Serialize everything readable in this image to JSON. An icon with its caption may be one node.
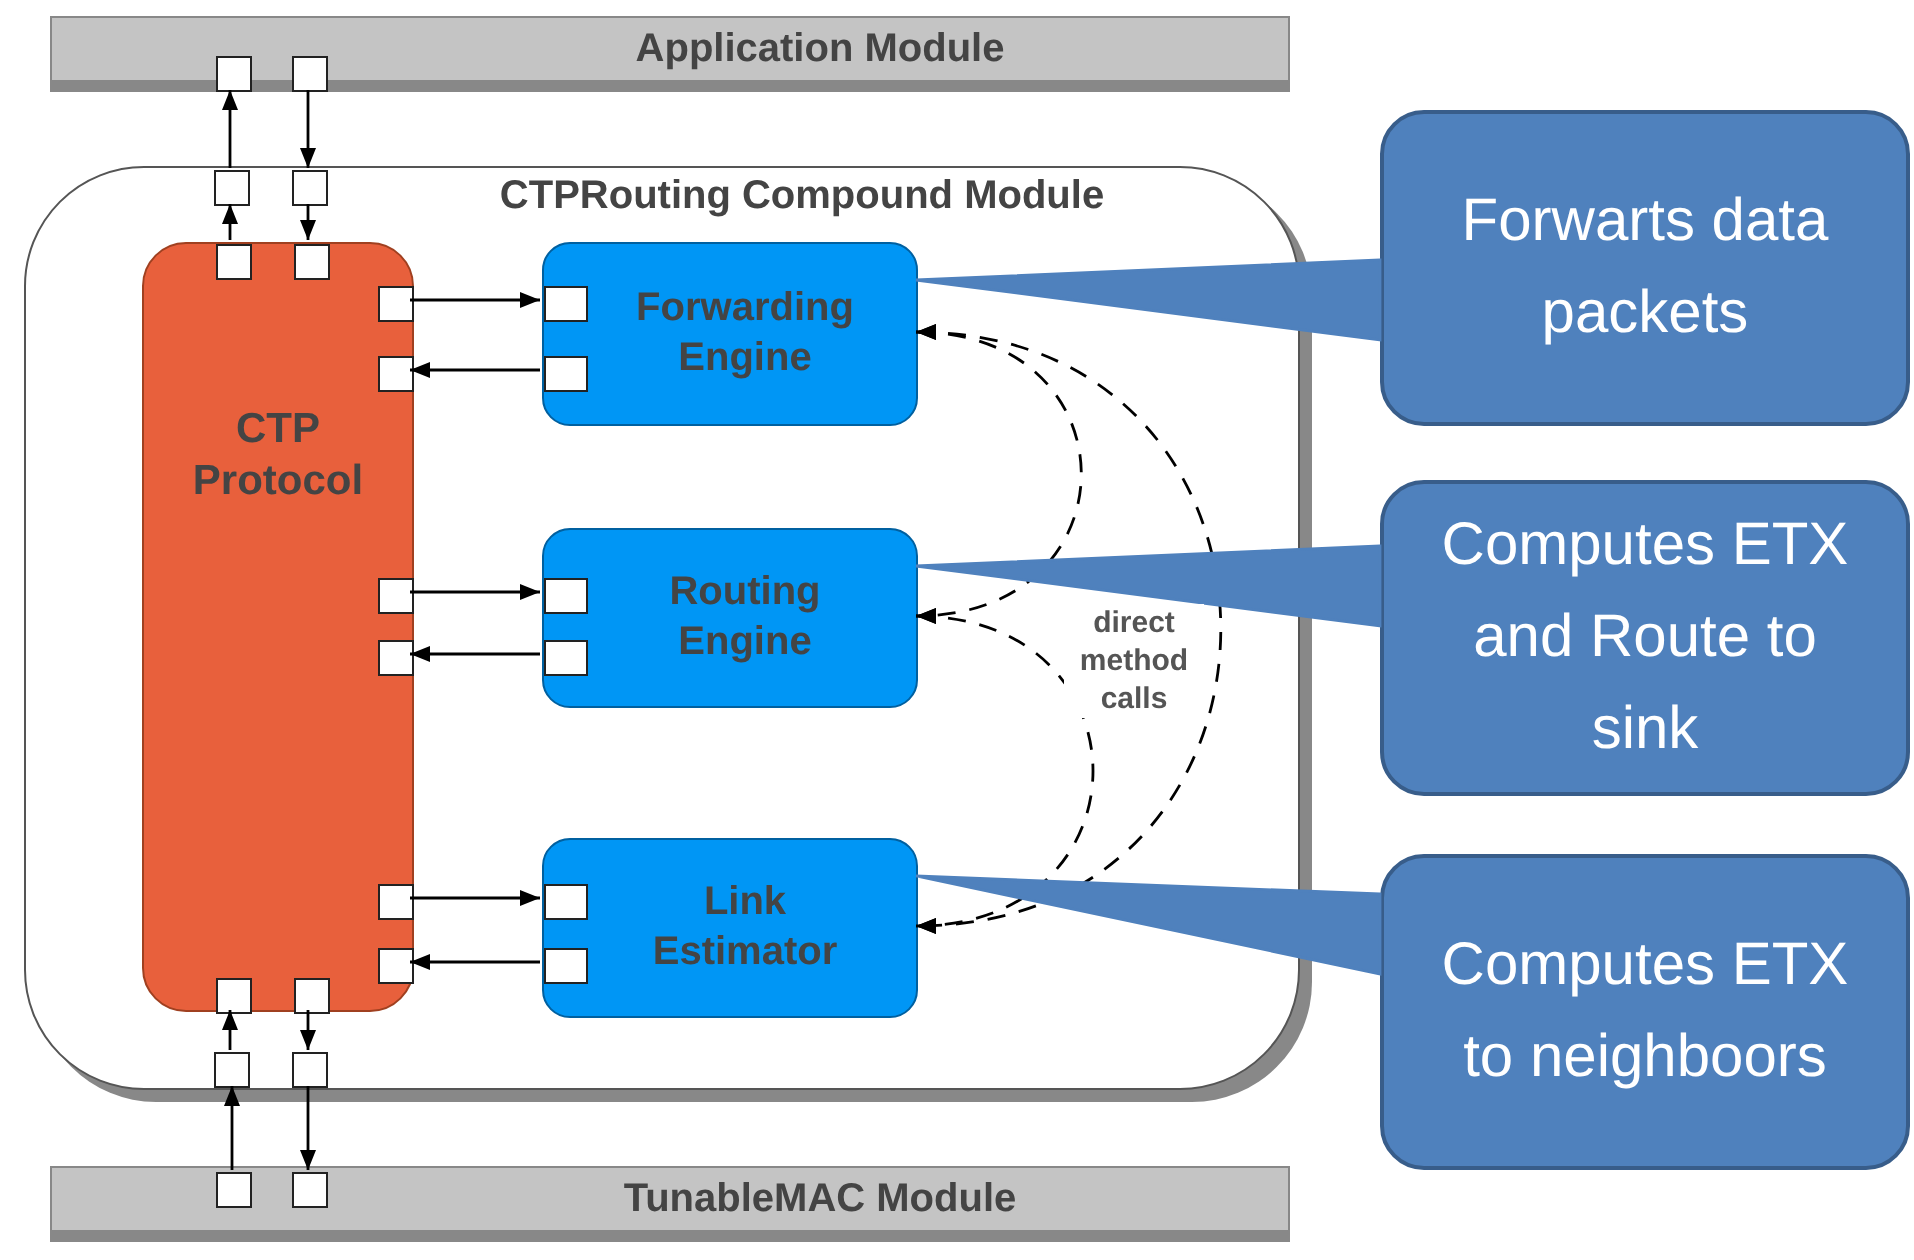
{
  "diagram": {
    "nodes": [
      {
        "text": [
          "Application Module"
        ]
      },
      {
        "text": [],
        "shape": "box",
        "in": 0
      },
      {
        "text": [],
        "shape": "box",
        "in": 0
      },
      {
        "text": [
          "CTPRouting Compound Module"
        ]
      },
      {
        "text": [],
        "shape": "box",
        "in": 3
      },
      {
        "text": [],
        "shape": "box",
        "in": 3
      },
      {
        "text": [
          "CTP Protocol"
        ],
        "in": 3
      },
      {
        "text": [],
        "shape": "box",
        "in": 6
      },
      {
        "text": [],
        "shape": "box",
        "in": 6
      },
      {
        "text": [],
        "shape": "box",
        "in": 6
      },
      {
        "text": [],
        "shape": "box",
        "in": 6
      },
      {
        "text": [],
        "shape": "box",
        "in": 6
      },
      {
        "text": [],
        "shape": "box",
        "in": 6
      },
      {
        "text": [],
        "shape": "box",
        "in": 6
      },
      {
        "text": [],
        "shape": "box",
        "in": 6
      },
      {
        "text": [
          "Forwarding Engine"
        ],
        "in": 3
      },
      {
        "text": [],
        "shape": "box",
        "in": 15
      },
      {
        "text": [],
        "shape": "box",
        "in": 15
      },
      {
        "text": [
          "Routing Engine"
        ],
        "in": 3
      },
      {
        "text": [],
        "shape": "box",
        "in": 18
      },
      {
        "text": [],
        "shape": "box",
        "in": 18
      },
      {
        "text": [
          "Link Estimator"
        ],
        "in": 3
      },
      {
        "text": [],
        "shape": "box",
        "in": 21
      },
      {
        "text": [],
        "shape": "box",
        "in": 21
      },
      {
        "text": [],
        "shape": "box",
        "in": 6
      },
      {
        "text": [],
        "shape": "box",
        "in": 6
      },
      {
        "text": [],
        "shape": "box",
        "in": 3
      },
      {
        "text": [],
        "shape": "box",
        "in": 3
      },
      {
        "text": [
          "TunableMAC Module"
        ]
      },
      {
        "text": [],
        "shape": "box",
        "in": 28
      },
      {
        "text": [],
        "shape": "box",
        "in": 28
      },
      {
        "text": [
          "Forwarts data packets"
        ]
      },
      {
        "text": [
          "Computes ETX and Route to sink"
        ]
      },
      {
        "text": [
          "Computes ETX to neighboors"
        ]
      }
    ],
    "edges": [
      {
        "from": 7,
        "to": 4,
        "arrow": "to"
      },
      {
        "from": 4,
        "to": 1,
        "arrow": "to"
      },
      {
        "from": 2,
        "to": 5,
        "arrow": "to"
      },
      {
        "from": 5,
        "to": 8,
        "arrow": "to"
      },
      {
        "from": 9,
        "to": 16,
        "arrow": "to"
      },
      {
        "from": 17,
        "to": 10,
        "arrow": "to"
      },
      {
        "from": 11,
        "to": 19,
        "arrow": "to"
      },
      {
        "from": 20,
        "to": 12,
        "arrow": "to"
      },
      {
        "from": 13,
        "to": 22,
        "arrow": "to"
      },
      {
        "from": 23,
        "to": 14,
        "arrow": "to"
      },
      {
        "from": 29,
        "to": 26,
        "arrow": "to"
      },
      {
        "from": 26,
        "to": 24,
        "arrow": "to"
      },
      {
        "from": 25,
        "to": 27,
        "arrow": "to"
      },
      {
        "from": 27,
        "to": 30,
        "arrow": "to"
      },
      {
        "from": 15,
        "to": 21,
        "arrow": "both",
        "style": "dashed"
      },
      {
        "from": 15,
        "to": 18,
        "arrow": "both",
        "style": "dashed"
      },
      {
        "from": 18,
        "to": 21,
        "arrow": "both",
        "style": "dashed"
      },
      {
        "from": 31,
        "to": 15,
        "arrow": "none",
        "color": "#4f81bd"
      },
      {
        "from": 32,
        "to": 18,
        "arrow": "none",
        "color": "#4f81bd"
      },
      {
        "from": 33,
        "to": 21,
        "arrow": "none",
        "color": "#4f81bd"
      }
    ],
    "labels": [
      "direct method calls"
    ]
  }
}
